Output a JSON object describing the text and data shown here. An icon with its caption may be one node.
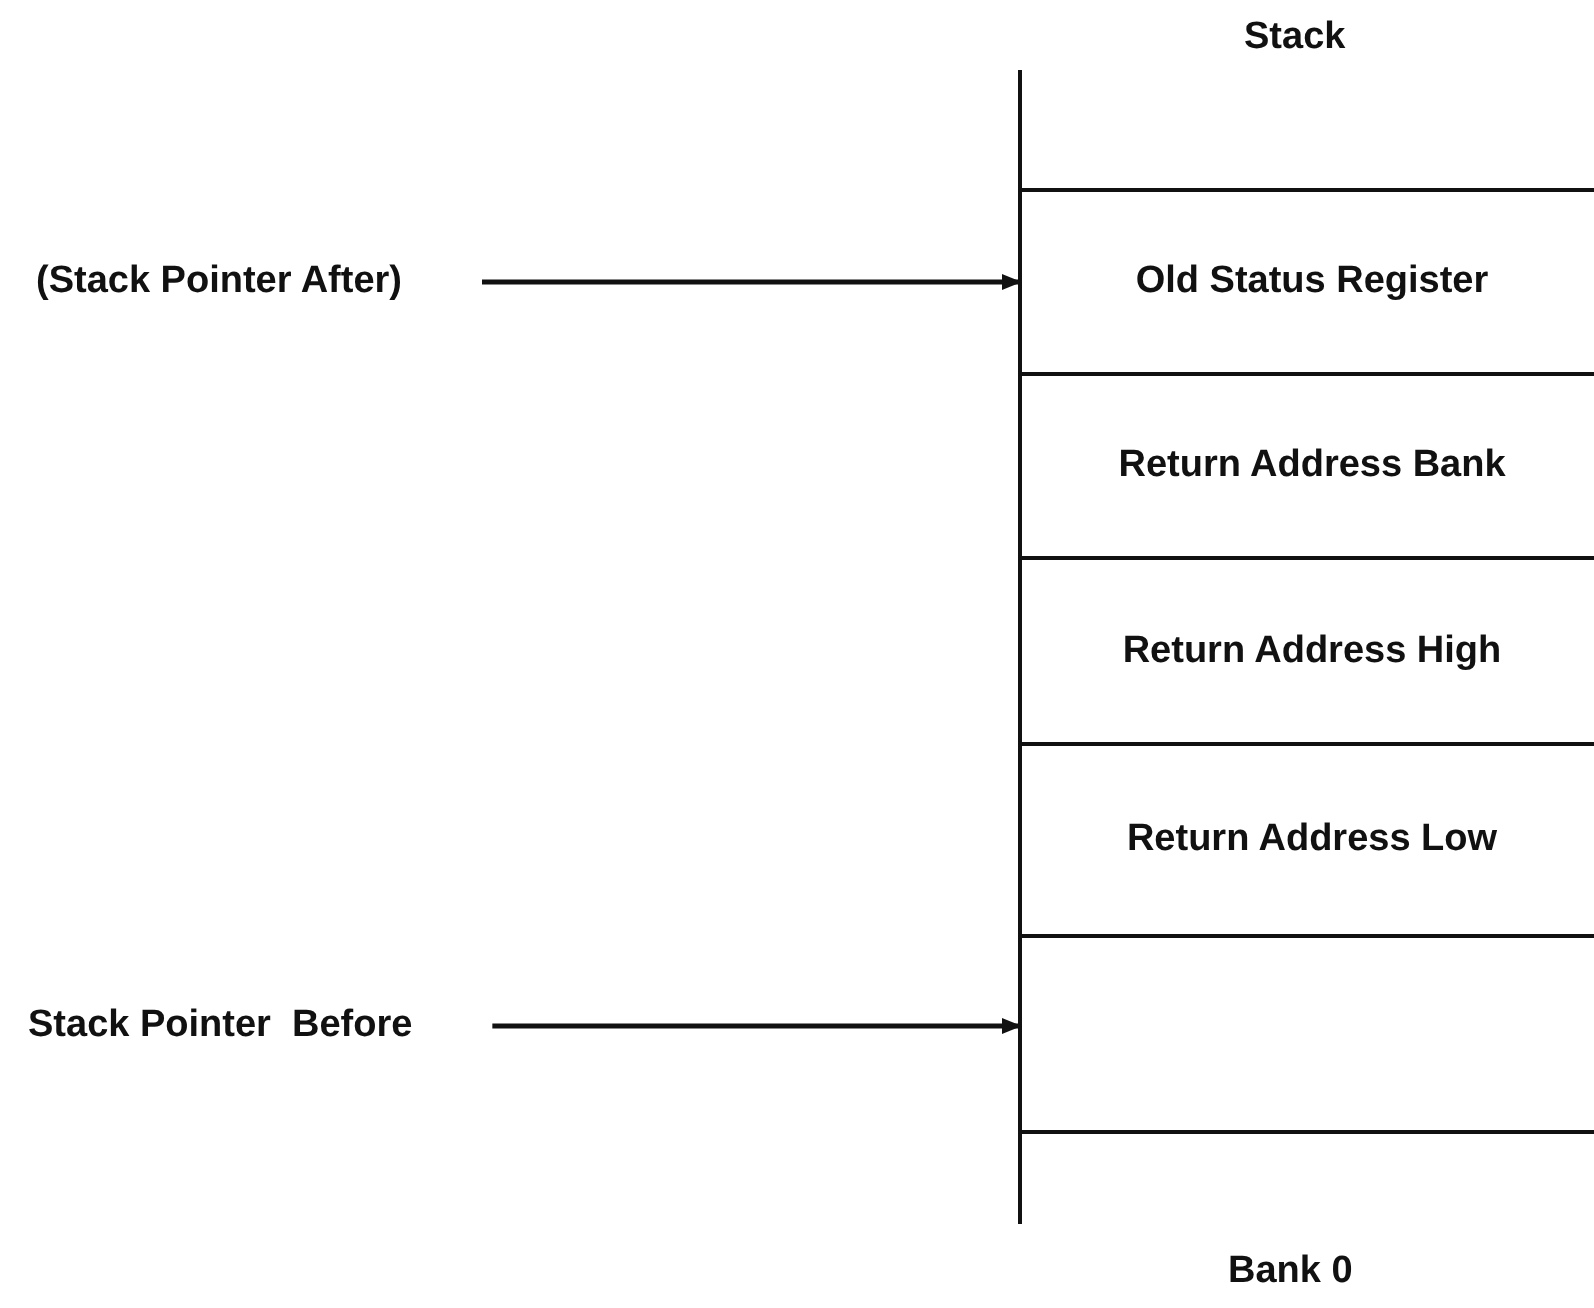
{
  "diagram": {
    "nodes": [
      {
        "text": [
          "(Stack Pointer After)"
        ]
      },
      {
        "text": [
          "Old Status Register"
        ]
      },
      {
        "text": [
          "Return Address Bank"
        ]
      },
      {
        "text": [
          "Return Address High"
        ]
      },
      {
        "text": [
          "Return Address Low"
        ]
      },
      {
        "text": [
          "Stack Pointer  Before"
        ]
      },
      {
        "text": [],
        "shape": "box"
      }
    ],
    "edges": [
      {
        "from": 0,
        "to": 1,
        "arrow": "to"
      },
      {
        "from": 5,
        "to": 6,
        "arrow": "to"
      }
    ],
    "labels": [
      "Stack",
      "Bank 0"
    ]
  }
}
